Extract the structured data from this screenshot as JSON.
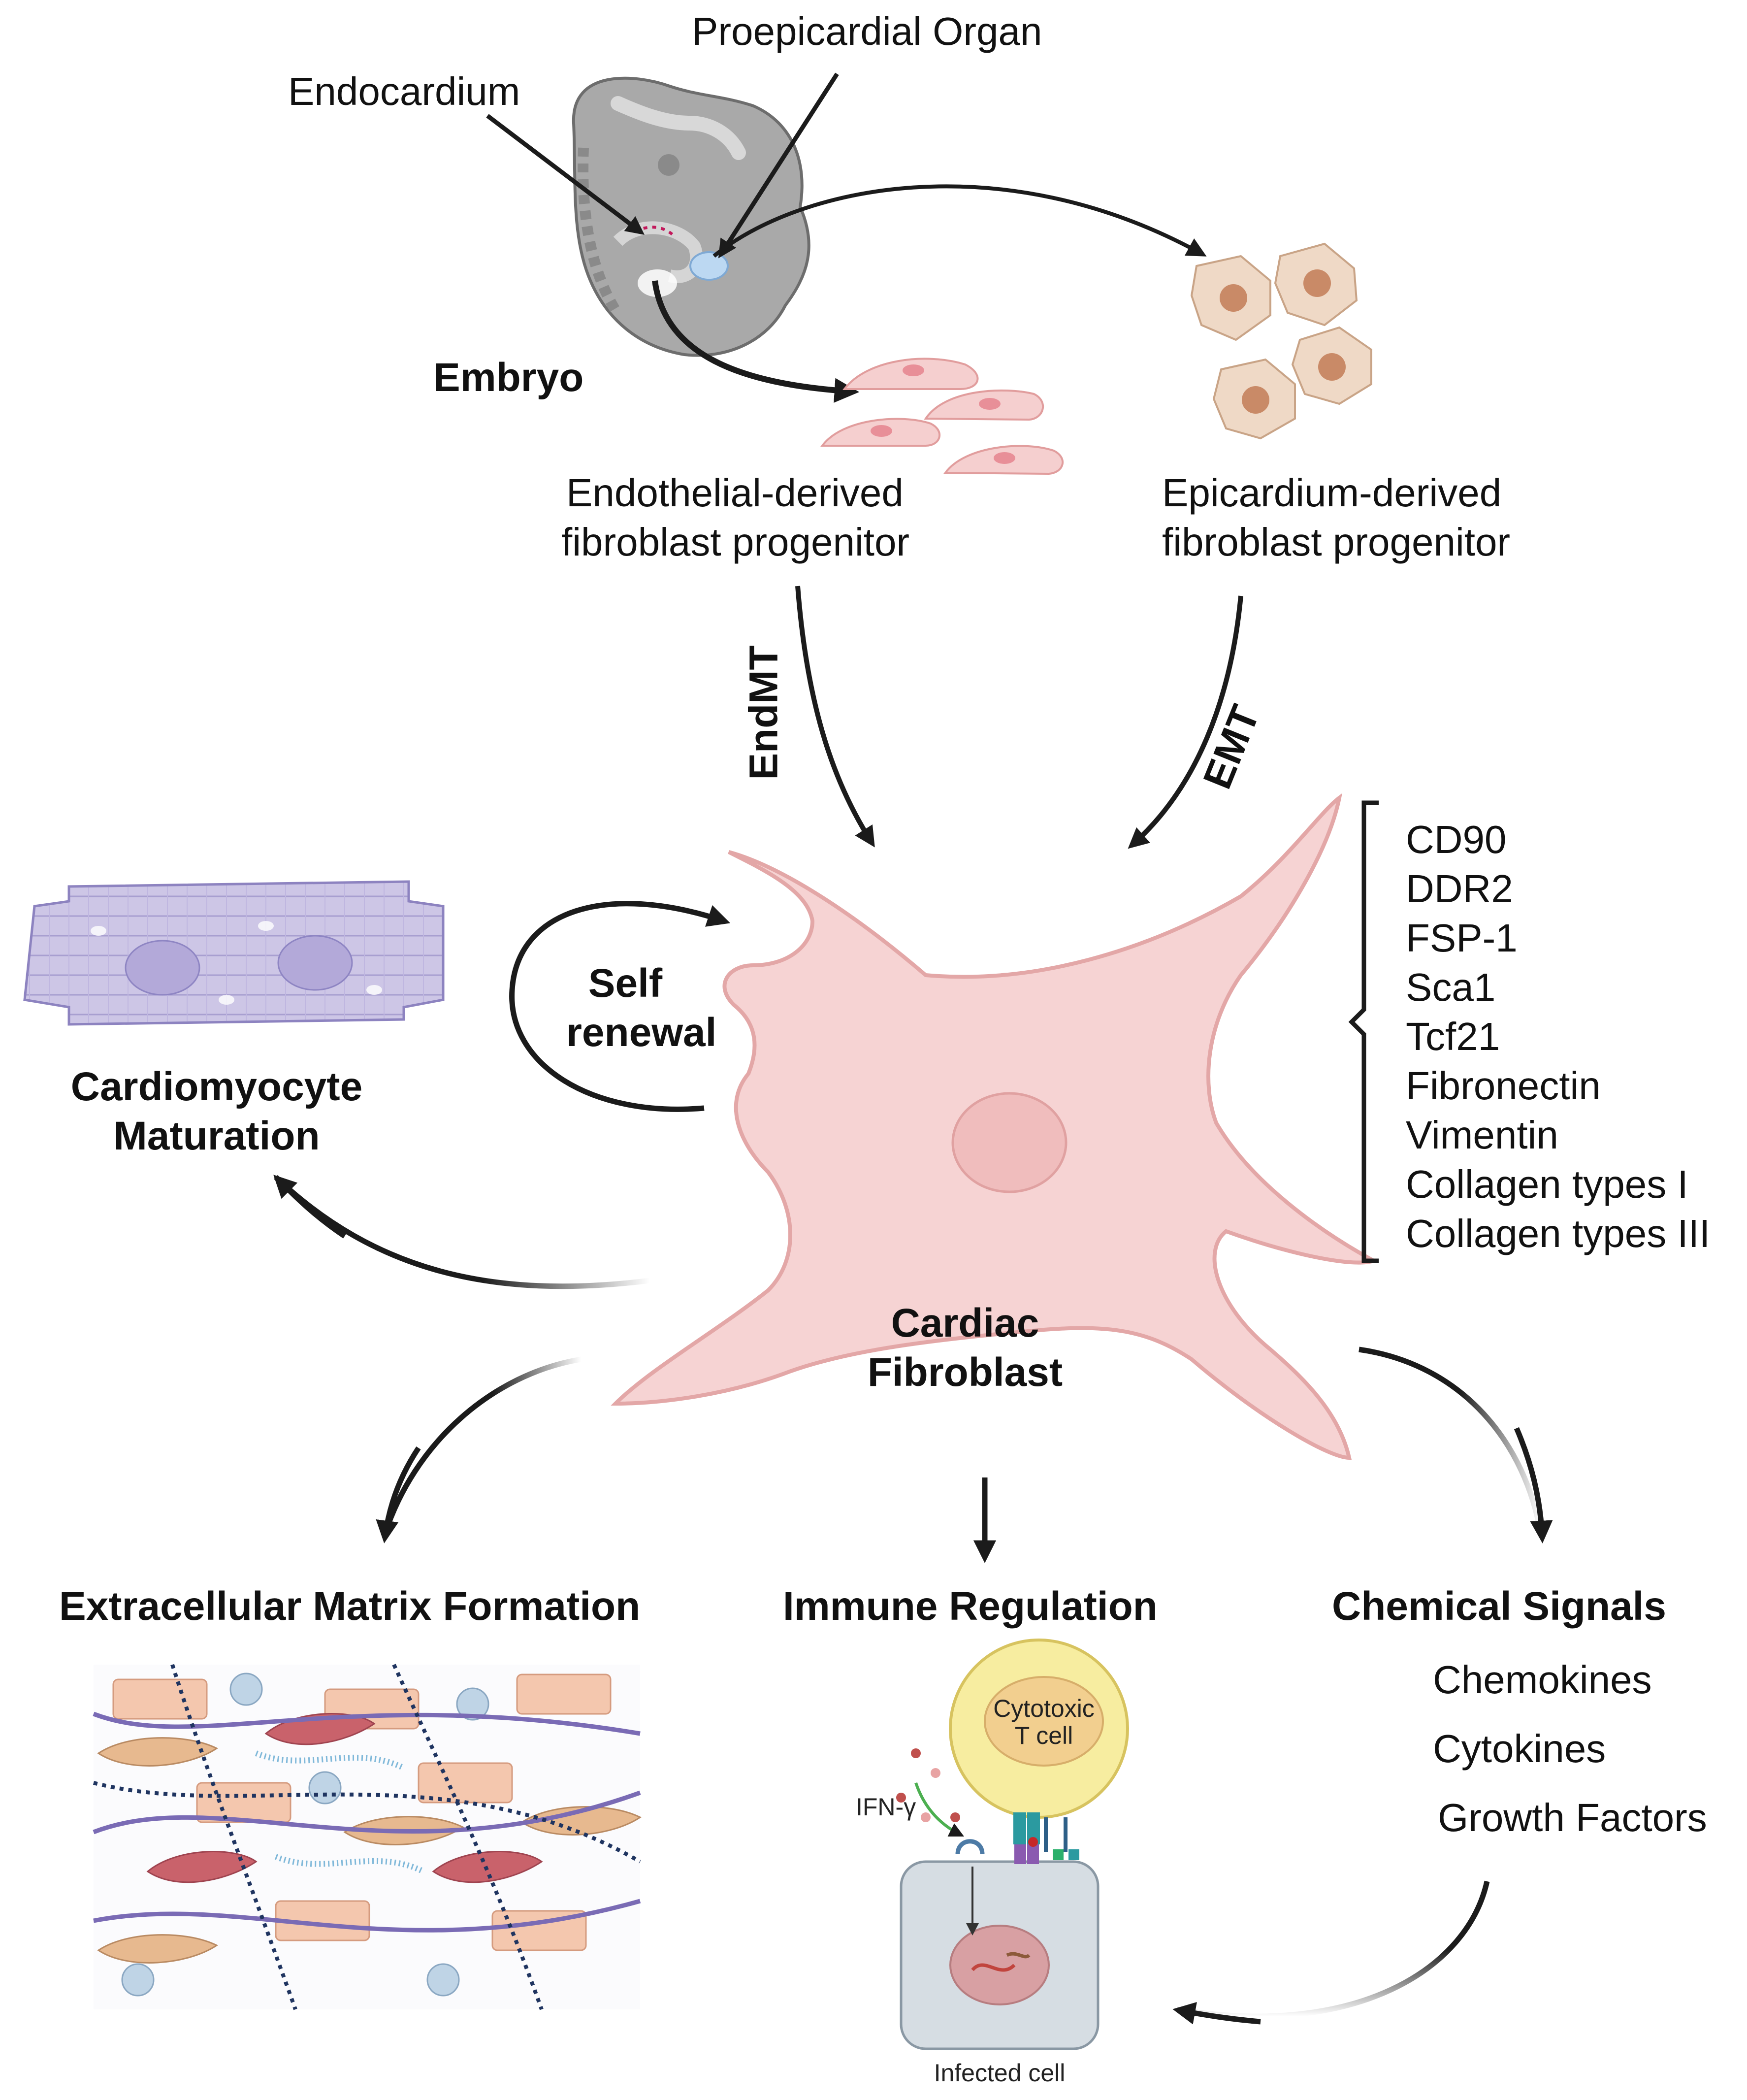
{
  "labels": {
    "proepicardial_organ": "Proepicardial Organ",
    "endocardium": "Endocardium",
    "embryo": "Embryo",
    "endothelial_progenitor_1": "Endothelial-derived",
    "endothelial_progenitor_2": "fibroblast progenitor",
    "epicardium_progenitor_1": "Epicardium-derived",
    "epicardium_progenitor_2": "fibroblast progenitor",
    "endmt": "EndMT",
    "emt": "EMT",
    "self_renewal_1": "Self",
    "self_renewal_2": "renewal",
    "cardiomyocyte_1": "Cardiomyocyte",
    "cardiomyocyte_2": "Maturation",
    "cardiac_fibroblast_1": "Cardiac",
    "cardiac_fibroblast_2": "Fibroblast",
    "ecm_formation": "Extracellular Matrix Formation",
    "immune_regulation": "Immune Regulation",
    "chemical_signals": "Chemical Signals",
    "cytotoxic_1": "Cytotoxic",
    "cytotoxic_2": "T cell",
    "ifn_gamma": "IFN-γ",
    "infected_cell": "Infected cell"
  },
  "markers": [
    "CD90",
    "DDR2",
    "FSP-1",
    "Sca1",
    "Tcf21",
    "Fibronectin",
    "Vimentin",
    "Collagen types I",
    "Collagen types III"
  ],
  "signals": [
    "Chemokines",
    "Cytokines",
    "Growth Factors"
  ],
  "colors": {
    "fibroblast_fill": "#f6d3d3",
    "fibroblast_stroke": "#e3a7a7",
    "embryo_fill": "#a9a9a9",
    "cardiomyocyte_fill": "#cdc6e6",
    "epicardial_cell_fill": "#efd9c6",
    "arrow": "#1b1b1b"
  }
}
